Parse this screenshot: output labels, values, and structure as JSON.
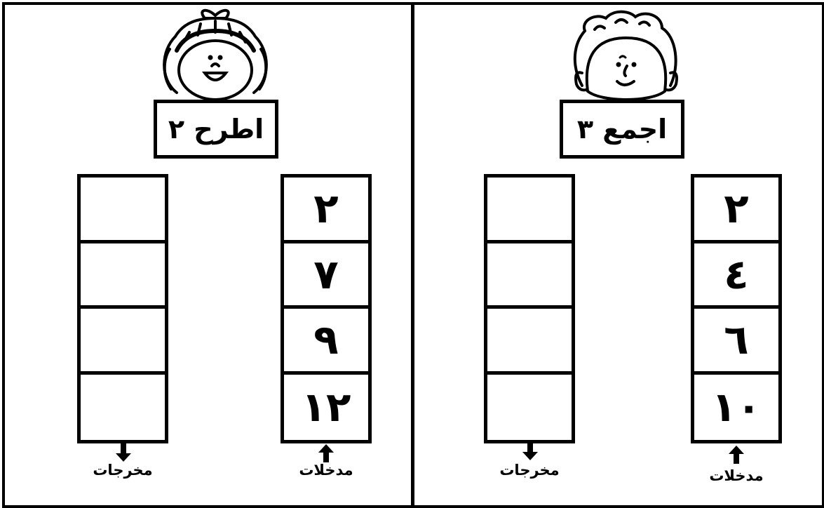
{
  "panels": [
    {
      "rule": "اطرح ٢",
      "inputs": [
        "٢",
        "٧",
        "٩",
        "١٢"
      ],
      "outputs": [
        "",
        "",
        "",
        ""
      ],
      "input_label": "مدخلات",
      "output_label": "مخرجات",
      "character_icon": "girl-face-icon"
    },
    {
      "rule": "اجمع ٣",
      "inputs": [
        "٢",
        "٤",
        "٦",
        "١٠"
      ],
      "outputs": [
        "",
        "",
        "",
        ""
      ],
      "input_label": "مدخلات",
      "output_label": "مخرجات",
      "character_icon": "boy-face-icon"
    }
  ]
}
